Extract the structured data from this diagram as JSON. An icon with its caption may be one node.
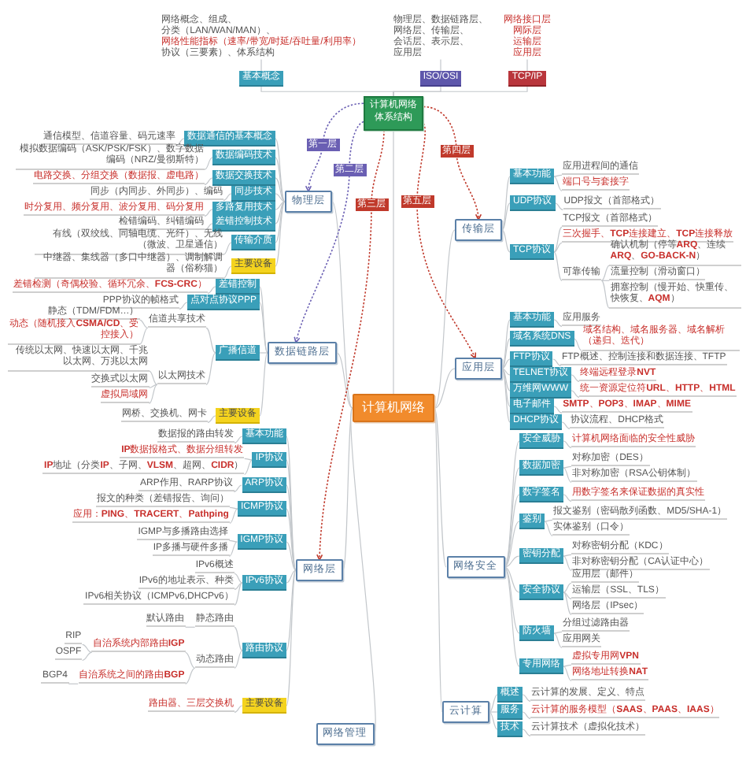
{
  "diagram": {
    "nodes": [
      {
        "text": [
          "计算机网络"
        ]
      },
      {
        "text": [
          "计算机网络体系结构"
        ]
      },
      {
        "text": [
          "基本概念"
        ]
      },
      {
        "text": [
          "网络概念、组成、",
          "分类（LAN/WAN/MAN）、",
          "网络性能指标（速率/带宽/时延/吞吐量/利用率）",
          "协议（三要素）、体系结构"
        ]
      },
      {
        "text": [
          "ISO/OSI"
        ]
      },
      {
        "text": [
          "物理层、数据链路层、",
          "网络层、传输层、",
          "会话层、表示层、",
          "应用层"
        ]
      },
      {
        "text": [
          "TCP/IP"
        ]
      },
      {
        "text": [
          "网络接口层",
          "网际层",
          "运输层",
          "应用层"
        ]
      },
      {
        "text": [
          "物理层"
        ]
      },
      {
        "text": [
          "数据通信的基本概念"
        ]
      },
      {
        "text": [
          "通信模型、信道容量、码元速率"
        ]
      },
      {
        "text": [
          "数据编码技术"
        ]
      },
      {
        "text": [
          "模拟数据编码（ASK/PSK/FSK）、数字数据编码（NRZ/曼彻斯特）"
        ]
      },
      {
        "text": [
          "数据交换技术"
        ]
      },
      {
        "text": [
          "电路交换、分组交换（数据报、虚电路）"
        ]
      },
      {
        "text": [
          "同步技术"
        ]
      },
      {
        "text": [
          "同步（内同步、外同步）、编码"
        ]
      },
      {
        "text": [
          "多路复用技术"
        ]
      },
      {
        "text": [
          "时分复用、频分复用、波分复用、码分复用"
        ]
      },
      {
        "text": [
          "差错控制技术"
        ]
      },
      {
        "text": [
          "检错编码、纠错编码"
        ]
      },
      {
        "text": [
          "传输介质"
        ]
      },
      {
        "text": [
          "有线（双绞线、同轴电缆、光纤）、无线（微波、卫星通信）"
        ]
      },
      {
        "text": [
          "主要设备"
        ]
      },
      {
        "text": [
          "中继器、集线器（多口中继器）、调制解调器（俗称猫）"
        ]
      },
      {
        "text": [
          "数据链路层"
        ]
      },
      {
        "text": [
          "差错控制"
        ]
      },
      {
        "text": [
          "差错检测（奇偶校验、循环冗余、**FCS-CRC**）"
        ]
      },
      {
        "text": [
          "点对点协议PPP"
        ]
      },
      {
        "text": [
          "PPP协议的帧格式"
        ]
      },
      {
        "text": [
          "广播信道"
        ]
      },
      {
        "text": [
          "信道共享技术"
        ]
      },
      {
        "text": [
          "静态（TDM/FDM…）"
        ]
      },
      {
        "text": [
          "动态（随机接入**CSMA/CD**、受控接入）"
        ]
      },
      {
        "text": [
          "以太网技术"
        ]
      },
      {
        "text": [
          "传统以太网、快速以太网、千兆以太网、万兆以太网"
        ]
      },
      {
        "text": [
          "交换式以太网"
        ]
      },
      {
        "text": [
          "虚拟局域网"
        ]
      },
      {
        "text": [
          "主要设备"
        ]
      },
      {
        "text": [
          "网桥、交换机、网卡"
        ]
      },
      {
        "text": [
          "网络层"
        ]
      },
      {
        "text": [
          "基本功能"
        ]
      },
      {
        "text": [
          "数据报的路由转发"
        ]
      },
      {
        "text": [
          "IP协议"
        ]
      },
      {
        "text": [
          "**IP**数据报格式、数据分组转发"
        ]
      },
      {
        "text": [
          "**IP**地址（分类**IP**、子网、**VLSM**、超网、**CIDR**）"
        ]
      },
      {
        "text": [
          "ARP协议"
        ]
      },
      {
        "text": [
          "ARP作用、RARP协议"
        ]
      },
      {
        "text": [
          "ICMP协议"
        ]
      },
      {
        "text": [
          "报文的种类（差错报告、询问）"
        ]
      },
      {
        "text": [
          "应用：**PING**、**TRACERT**、**Pathping**"
        ]
      },
      {
        "text": [
          "IGMP协议"
        ]
      },
      {
        "text": [
          "IGMP与多播路由选择"
        ]
      },
      {
        "text": [
          "IP多播与硬件多播"
        ]
      },
      {
        "text": [
          "IPv6协议"
        ]
      },
      {
        "text": [
          "IPv6概述"
        ]
      },
      {
        "text": [
          "IPv6的地址表示、种类"
        ]
      },
      {
        "text": [
          "IPv6相关协议（ICMPv6,DHCPv6）"
        ]
      },
      {
        "text": [
          "路由协议"
        ]
      },
      {
        "text": [
          "静态路由"
        ]
      },
      {
        "text": [
          "默认路由"
        ]
      },
      {
        "text": [
          "动态路由"
        ]
      },
      {
        "text": [
          "自治系统内部路由**IGP**"
        ]
      },
      {
        "text": [
          "RIP"
        ]
      },
      {
        "text": [
          "OSPF"
        ]
      },
      {
        "text": [
          "自治系统之间的路由**BGP**"
        ]
      },
      {
        "text": [
          "BGP4"
        ]
      },
      {
        "text": [
          "主要设备"
        ]
      },
      {
        "text": [
          "路由器、三层交换机"
        ]
      },
      {
        "text": [
          "传输层"
        ]
      },
      {
        "text": [
          "基本功能"
        ]
      },
      {
        "text": [
          "应用进程间的通信"
        ]
      },
      {
        "text": [
          "端口号与套接字"
        ]
      },
      {
        "text": [
          "UDP协议"
        ]
      },
      {
        "text": [
          "UDP报文（首部格式）"
        ]
      },
      {
        "text": [
          "TCP协议"
        ]
      },
      {
        "text": [
          "TCP报文（首部格式）"
        ]
      },
      {
        "text": [
          "三次握手、**TCP**连接建立、**TCP**连接释放"
        ]
      },
      {
        "text": [
          "可靠传输"
        ]
      },
      {
        "text": [
          "确认机制（停等**ARQ**、连续**ARQ**、**GO-BACK-N**）"
        ]
      },
      {
        "text": [
          "流量控制（滑动窗口）"
        ]
      },
      {
        "text": [
          "拥塞控制（慢开始、快重传、快恢复、**AQM**）"
        ]
      },
      {
        "text": [
          "应用层"
        ]
      },
      {
        "text": [
          "基本功能"
        ]
      },
      {
        "text": [
          "应用服务"
        ]
      },
      {
        "text": [
          "域名系统DNS"
        ]
      },
      {
        "text": [
          "域名结构、域名服务器、域名解析（递归、迭代）"
        ]
      },
      {
        "text": [
          "FTP协议"
        ]
      },
      {
        "text": [
          "FTP概述、控制连接和数据连接、TFTP"
        ]
      },
      {
        "text": [
          "TELNET协议"
        ]
      },
      {
        "text": [
          "终端远程登录**NVT**"
        ]
      },
      {
        "text": [
          "万维网WWW"
        ]
      },
      {
        "text": [
          "统一资源定位符**URL**、**HTTP**、**HTML**"
        ]
      },
      {
        "text": [
          "电子邮件"
        ]
      },
      {
        "text": [
          "**SMTP**、**POP3**、**IMAP**、**MIME**"
        ]
      },
      {
        "text": [
          "DHCP协议"
        ]
      },
      {
        "text": [
          "协议流程、DHCP格式"
        ]
      },
      {
        "text": [
          "网络安全"
        ]
      },
      {
        "text": [
          "安全威胁"
        ]
      },
      {
        "text": [
          "计算机网络面临的安全性威胁"
        ]
      },
      {
        "text": [
          "数据加密"
        ]
      },
      {
        "text": [
          "对称加密（DES）"
        ]
      },
      {
        "text": [
          "非对称加密（RSA公钥体制）"
        ]
      },
      {
        "text": [
          "数字签名"
        ]
      },
      {
        "text": [
          "用数字签名来保证数据的真实性"
        ]
      },
      {
        "text": [
          "鉴别"
        ]
      },
      {
        "text": [
          "报文鉴别（密码散列函数、MD5/SHA-1）"
        ]
      },
      {
        "text": [
          "实体鉴别（口令）"
        ]
      },
      {
        "text": [
          "密钥分配"
        ]
      },
      {
        "text": [
          "对称密钥分配（KDC）"
        ]
      },
      {
        "text": [
          "非对称密钥分配（CA认证中心）"
        ]
      },
      {
        "text": [
          "安全协议"
        ]
      },
      {
        "text": [
          "应用层（邮件）"
        ]
      },
      {
        "text": [
          "运输层（SSL、TLS）"
        ]
      },
      {
        "text": [
          "网络层（IPsec）"
        ]
      },
      {
        "text": [
          "防火墙"
        ]
      },
      {
        "text": [
          "分组过滤路由器"
        ]
      },
      {
        "text": [
          "应用网关"
        ]
      },
      {
        "text": [
          "专用网络"
        ]
      },
      {
        "text": [
          "虚拟专用网**VPN**"
        ]
      },
      {
        "text": [
          "网络地址转换**NAT**"
        ]
      },
      {
        "text": [
          "云计算"
        ]
      },
      {
        "text": [
          "概述"
        ]
      },
      {
        "text": [
          "云计算的发展、定义、特点"
        ]
      },
      {
        "text": [
          "服务"
        ]
      },
      {
        "text": [
          "云计算的服务模型（**SAAS**、**PAAS**、**IAAS**）"
        ]
      },
      {
        "text": [
          "技术"
        ]
      },
      {
        "text": [
          "云计算技术（虚拟化技术）"
        ]
      },
      {
        "text": [
          "网络管理"
        ]
      }
    ],
    "edges": [
      {
        "from": 0,
        "to": 1,
        "arrow": "none"
      },
      {
        "from": 1,
        "to": 2,
        "arrow": "none"
      },
      {
        "from": 2,
        "to": 3,
        "arrow": "none"
      },
      {
        "from": 1,
        "to": 4,
        "arrow": "none"
      },
      {
        "from": 4,
        "to": 5,
        "arrow": "none"
      },
      {
        "from": 1,
        "to": 6,
        "arrow": "none"
      },
      {
        "from": 6,
        "to": 7,
        "arrow": "none"
      },
      {
        "from": 0,
        "to": 8,
        "arrow": "none"
      },
      {
        "from": 8,
        "to": 9,
        "arrow": "none"
      },
      {
        "from": 9,
        "to": 10,
        "arrow": "none"
      },
      {
        "from": 8,
        "to": 11,
        "arrow": "none"
      },
      {
        "from": 11,
        "to": 12,
        "arrow": "none"
      },
      {
        "from": 8,
        "to": 13,
        "arrow": "none"
      },
      {
        "from": 13,
        "to": 14,
        "arrow": "none"
      },
      {
        "from": 8,
        "to": 15,
        "arrow": "none"
      },
      {
        "from": 15,
        "to": 16,
        "arrow": "none"
      },
      {
        "from": 8,
        "to": 17,
        "arrow": "none"
      },
      {
        "from": 17,
        "to": 18,
        "arrow": "none"
      },
      {
        "from": 8,
        "to": 19,
        "arrow": "none"
      },
      {
        "from": 19,
        "to": 20,
        "arrow": "none"
      },
      {
        "from": 8,
        "to": 21,
        "arrow": "none"
      },
      {
        "from": 21,
        "to": 22,
        "arrow": "none"
      },
      {
        "from": 8,
        "to": 23,
        "arrow": "none"
      },
      {
        "from": 23,
        "to": 24,
        "arrow": "none"
      },
      {
        "from": 0,
        "to": 25,
        "arrow": "none"
      },
      {
        "from": 25,
        "to": 26,
        "arrow": "none"
      },
      {
        "from": 26,
        "to": 27,
        "arrow": "none"
      },
      {
        "from": 25,
        "to": 28,
        "arrow": "none"
      },
      {
        "from": 28,
        "to": 29,
        "arrow": "none"
      },
      {
        "from": 25,
        "to": 30,
        "arrow": "none"
      },
      {
        "from": 30,
        "to": 31,
        "arrow": "none"
      },
      {
        "from": 31,
        "to": 32,
        "arrow": "none"
      },
      {
        "from": 31,
        "to": 33,
        "arrow": "none"
      },
      {
        "from": 30,
        "to": 34,
        "arrow": "none"
      },
      {
        "from": 34,
        "to": 35,
        "arrow": "none"
      },
      {
        "from": 34,
        "to": 36,
        "arrow": "none"
      },
      {
        "from": 34,
        "to": 37,
        "arrow": "none"
      },
      {
        "from": 25,
        "to": 38,
        "arrow": "none"
      },
      {
        "from": 38,
        "to": 39,
        "arrow": "none"
      },
      {
        "from": 0,
        "to": 40,
        "arrow": "none"
      },
      {
        "from": 40,
        "to": 41,
        "arrow": "none"
      },
      {
        "from": 41,
        "to": 42,
        "arrow": "none"
      },
      {
        "from": 40,
        "to": 43,
        "arrow": "none"
      },
      {
        "from": 43,
        "to": 44,
        "arrow": "none"
      },
      {
        "from": 43,
        "to": 45,
        "arrow": "none"
      },
      {
        "from": 40,
        "to": 46,
        "arrow": "none"
      },
      {
        "from": 46,
        "to": 47,
        "arrow": "none"
      },
      {
        "from": 40,
        "to": 48,
        "arrow": "none"
      },
      {
        "from": 48,
        "to": 49,
        "arrow": "none"
      },
      {
        "from": 48,
        "to": 50,
        "arrow": "none"
      },
      {
        "from": 40,
        "to": 51,
        "arrow": "none"
      },
      {
        "from": 51,
        "to": 52,
        "arrow": "none"
      },
      {
        "from": 51,
        "to": 53,
        "arrow": "none"
      },
      {
        "from": 40,
        "to": 54,
        "arrow": "none"
      },
      {
        "from": 54,
        "to": 55,
        "arrow": "none"
      },
      {
        "from": 54,
        "to": 56,
        "arrow": "none"
      },
      {
        "from": 54,
        "to": 57,
        "arrow": "none"
      },
      {
        "from": 40,
        "to": 58,
        "arrow": "none"
      },
      {
        "from": 58,
        "to": 59,
        "arrow": "none"
      },
      {
        "from": 59,
        "to": 60,
        "arrow": "none"
      },
      {
        "from": 58,
        "to": 61,
        "arrow": "none"
      },
      {
        "from": 61,
        "to": 62,
        "arrow": "none"
      },
      {
        "from": 62,
        "to": 63,
        "arrow": "none"
      },
      {
        "from": 62,
        "to": 64,
        "arrow": "none"
      },
      {
        "from": 61,
        "to": 65,
        "arrow": "none"
      },
      {
        "from": 65,
        "to": 66,
        "arrow": "none"
      },
      {
        "from": 40,
        "to": 67,
        "arrow": "none"
      },
      {
        "from": 67,
        "to": 68,
        "arrow": "none"
      },
      {
        "from": 0,
        "to": 69,
        "arrow": "none"
      },
      {
        "from": 69,
        "to": 70,
        "arrow": "none"
      },
      {
        "from": 70,
        "to": 71,
        "arrow": "none"
      },
      {
        "from": 70,
        "to": 72,
        "arrow": "none"
      },
      {
        "from": 69,
        "to": 73,
        "arrow": "none"
      },
      {
        "from": 73,
        "to": 74,
        "arrow": "none"
      },
      {
        "from": 69,
        "to": 75,
        "arrow": "none"
      },
      {
        "from": 75,
        "to": 76,
        "arrow": "none"
      },
      {
        "from": 75,
        "to": 77,
        "arrow": "none"
      },
      {
        "from": 75,
        "to": 78,
        "arrow": "none"
      },
      {
        "from": 78,
        "to": 79,
        "arrow": "none"
      },
      {
        "from": 78,
        "to": 80,
        "arrow": "none"
      },
      {
        "from": 78,
        "to": 81,
        "arrow": "none"
      },
      {
        "from": 0,
        "to": 82,
        "arrow": "none"
      },
      {
        "from": 82,
        "to": 83,
        "arrow": "none"
      },
      {
        "from": 83,
        "to": 84,
        "arrow": "none"
      },
      {
        "from": 82,
        "to": 85,
        "arrow": "none"
      },
      {
        "from": 85,
        "to": 86,
        "arrow": "none"
      },
      {
        "from": 82,
        "to": 87,
        "arrow": "none"
      },
      {
        "from": 87,
        "to": 88,
        "arrow": "none"
      },
      {
        "from": 82,
        "to": 89,
        "arrow": "none"
      },
      {
        "from": 89,
        "to": 90,
        "arrow": "none"
      },
      {
        "from": 82,
        "to": 91,
        "arrow": "none"
      },
      {
        "from": 91,
        "to": 92,
        "arrow": "none"
      },
      {
        "from": 82,
        "to": 93,
        "arrow": "none"
      },
      {
        "from": 93,
        "to": 94,
        "arrow": "none"
      },
      {
        "from": 82,
        "to": 95,
        "arrow": "none"
      },
      {
        "from": 95,
        "to": 96,
        "arrow": "none"
      },
      {
        "from": 0,
        "to": 97,
        "arrow": "none"
      },
      {
        "from": 97,
        "to": 98,
        "arrow": "none"
      },
      {
        "from": 98,
        "to": 99,
        "arrow": "none"
      },
      {
        "from": 97,
        "to": 100,
        "arrow": "none"
      },
      {
        "from": 100,
        "to": 101,
        "arrow": "none"
      },
      {
        "from": 100,
        "to": 102,
        "arrow": "none"
      },
      {
        "from": 97,
        "to": 103,
        "arrow": "none"
      },
      {
        "from": 103,
        "to": 104,
        "arrow": "none"
      },
      {
        "from": 97,
        "to": 105,
        "arrow": "none"
      },
      {
        "from": 105,
        "to": 106,
        "arrow": "none"
      },
      {
        "from": 105,
        "to": 107,
        "arrow": "none"
      },
      {
        "from": 97,
        "to": 108,
        "arrow": "none"
      },
      {
        "from": 108,
        "to": 109,
        "arrow": "none"
      },
      {
        "from": 108,
        "to": 110,
        "arrow": "none"
      },
      {
        "from": 97,
        "to": 111,
        "arrow": "none"
      },
      {
        "from": 111,
        "to": 112,
        "arrow": "none"
      },
      {
        "from": 111,
        "to": 113,
        "arrow": "none"
      },
      {
        "from": 111,
        "to": 114,
        "arrow": "none"
      },
      {
        "from": 97,
        "to": 115,
        "arrow": "none"
      },
      {
        "from": 115,
        "to": 116,
        "arrow": "none"
      },
      {
        "from": 115,
        "to": 117,
        "arrow": "none"
      },
      {
        "from": 97,
        "to": 118,
        "arrow": "none"
      },
      {
        "from": 118,
        "to": 119,
        "arrow": "none"
      },
      {
        "from": 118,
        "to": 120,
        "arrow": "none"
      },
      {
        "from": 0,
        "to": 121,
        "arrow": "none"
      },
      {
        "from": 121,
        "to": 122,
        "arrow": "none"
      },
      {
        "from": 122,
        "to": 123,
        "arrow": "none"
      },
      {
        "from": 121,
        "to": 124,
        "arrow": "none"
      },
      {
        "from": 124,
        "to": 125,
        "arrow": "none"
      },
      {
        "from": 121,
        "to": 126,
        "arrow": "none"
      },
      {
        "from": 126,
        "to": 127,
        "arrow": "none"
      },
      {
        "from": 0,
        "to": 128,
        "arrow": "none"
      },
      {
        "from": 1,
        "to": 8,
        "arrow": "to",
        "label": "第一层",
        "style": "dashed",
        "color": "#6a5fb3"
      },
      {
        "from": 1,
        "to": 25,
        "arrow": "to",
        "label": "第二层",
        "style": "dashed",
        "color": "#6a5fb3"
      },
      {
        "from": 1,
        "to": 40,
        "arrow": "to",
        "label": "第三层",
        "style": "dashed",
        "color": "#c0392b"
      },
      {
        "from": 1,
        "to": 69,
        "arrow": "to",
        "label": "第四层",
        "style": "dashed",
        "color": "#c0392b"
      },
      {
        "from": 1,
        "to": 82,
        "arrow": "to",
        "label": "第五层",
        "style": "dashed",
        "color": "#c0392b"
      }
    ]
  }
}
